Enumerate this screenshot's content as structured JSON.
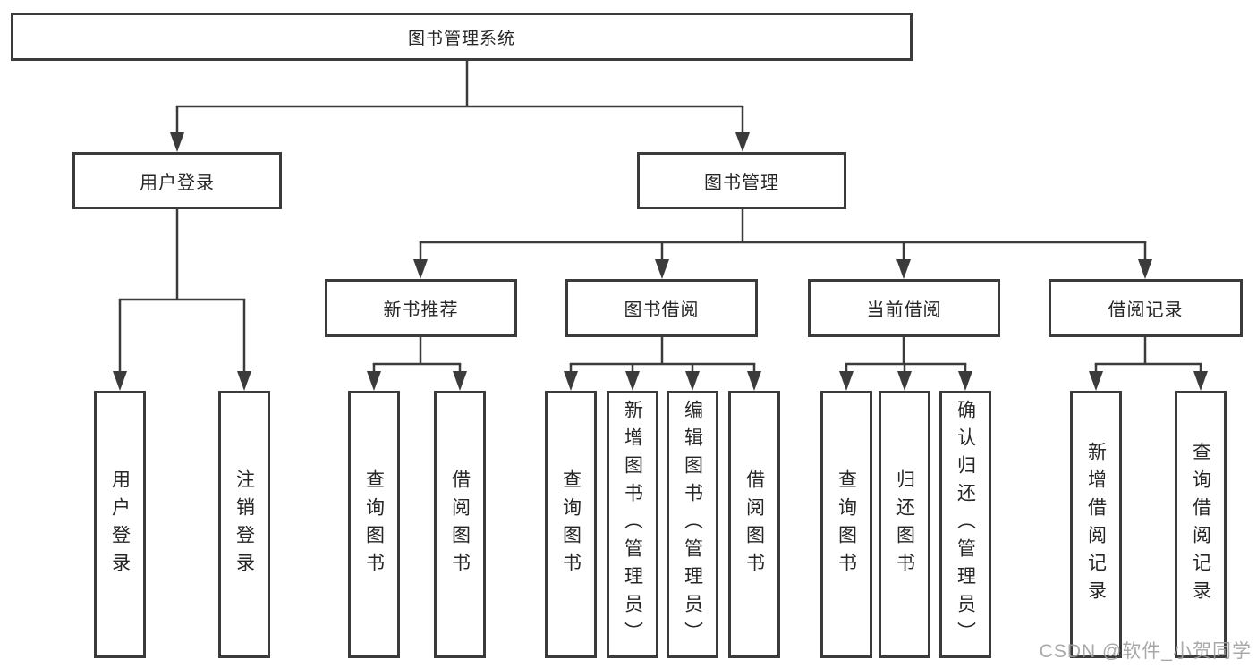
{
  "diagram": {
    "root": {
      "label": "图书管理系统"
    },
    "level2": [
      {
        "label": "用户登录"
      },
      {
        "label": "图书管理"
      }
    ],
    "level3": [
      {
        "label": "新书推荐"
      },
      {
        "label": "图书借阅"
      },
      {
        "label": "当前借阅"
      },
      {
        "label": "借阅记录"
      }
    ],
    "leaves": [
      {
        "label": "用户登录"
      },
      {
        "label": "注销登录"
      },
      {
        "label": "查询图书"
      },
      {
        "label": "借阅图书"
      },
      {
        "label": "查询图书"
      },
      {
        "label": "新增图书（管理员）"
      },
      {
        "label": "编辑图书（管理员）"
      },
      {
        "label": "借阅图书"
      },
      {
        "label": "查询图书"
      },
      {
        "label": "归还图书"
      },
      {
        "label": "确认归还（管理员）"
      },
      {
        "label": "新增借阅记录"
      },
      {
        "label": "查询借阅记录"
      }
    ]
  },
  "watermark": {
    "text": "CSDN @软件_小贺同学"
  },
  "colors": {
    "line": "#3b3b3b",
    "text": "#262626",
    "background": "#ffffff",
    "watermark": "#9e9e9e"
  }
}
